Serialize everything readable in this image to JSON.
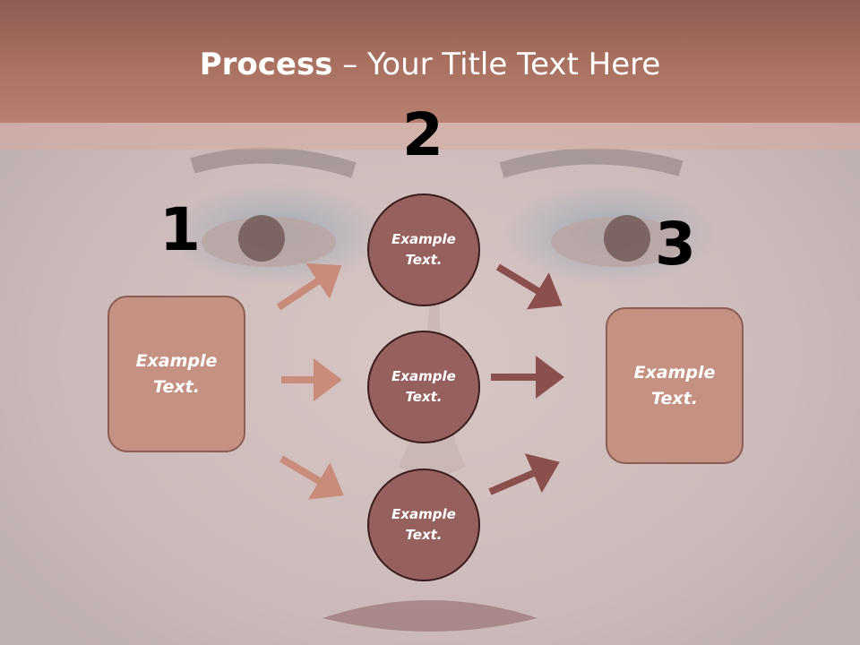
{
  "title": {
    "bold": "Process",
    "rest": " – Your Title Text Here"
  },
  "steps": {
    "one": "1",
    "two": "2",
    "three": "3"
  },
  "box_left": {
    "text": "Example\nText."
  },
  "box_right": {
    "text": "Example\nText."
  },
  "circles": [
    {
      "text": "Example\nText."
    },
    {
      "text": "Example\nText."
    },
    {
      "text": "Example\nText."
    }
  ],
  "colors": {
    "title_band": "#a8705f",
    "box_fill": "#c38a78",
    "circle_fill": "#96605f",
    "arrow_light": "#c98c7a",
    "arrow_dark": "#8b4f4d"
  }
}
